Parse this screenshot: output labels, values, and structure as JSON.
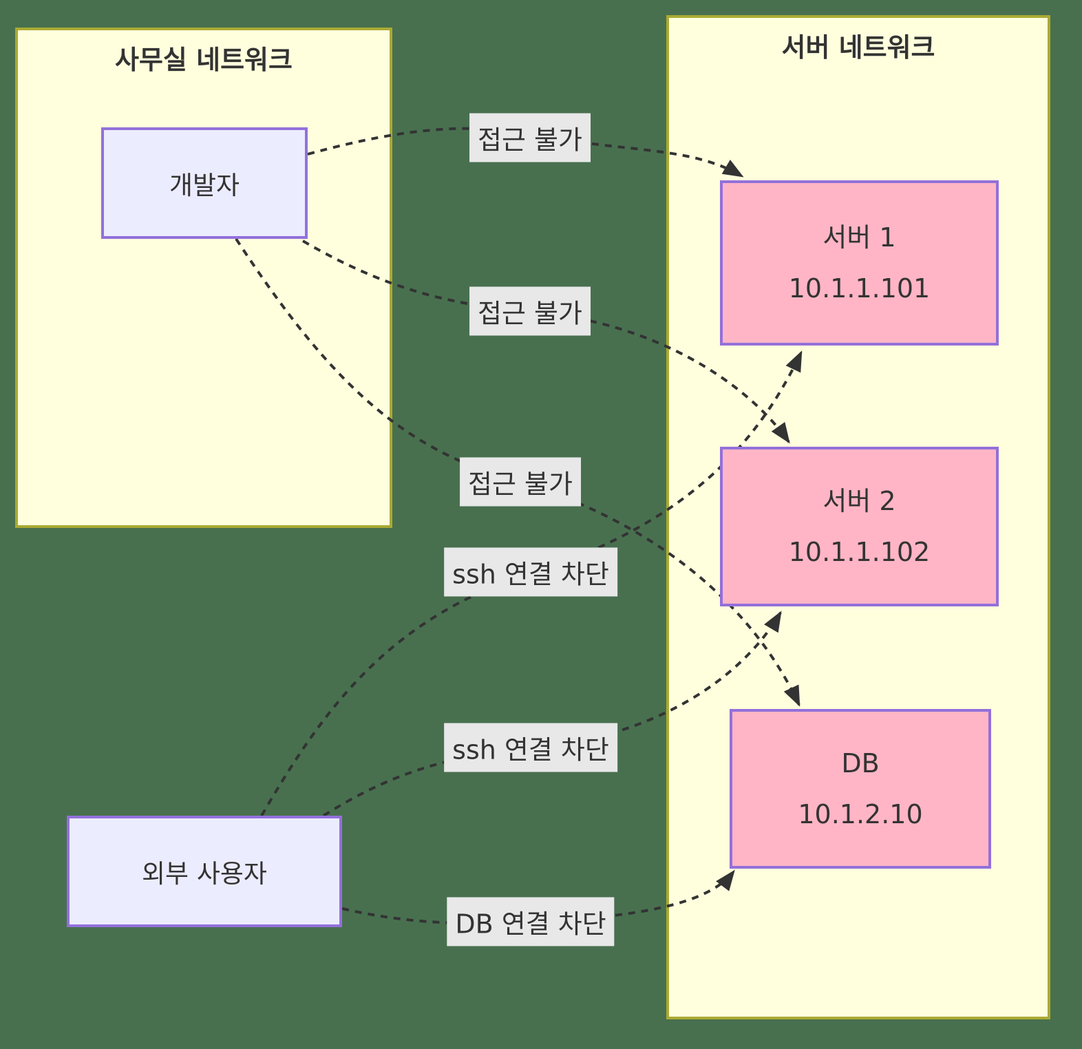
{
  "diagram": {
    "type": "flowchart",
    "background_color": "#48704F",
    "containers": [
      {
        "title": "사무실 네트워크"
      },
      {
        "title": "서버 네트워크"
      }
    ],
    "nodes": [
      {
        "id": "developer",
        "label": "개발자"
      },
      {
        "id": "external-user",
        "label": "외부 사용자"
      },
      {
        "id": "server1",
        "label": "서버 1",
        "sublabel": "10.1.1.101"
      },
      {
        "id": "server2",
        "label": "서버 2",
        "sublabel": "10.1.1.102"
      },
      {
        "id": "db",
        "label": "DB",
        "sublabel": "10.1.2.10"
      }
    ],
    "edges": [
      {
        "from": "개발자",
        "to": "서버 1",
        "label": "접근 불가",
        "style": "dashed-arrow"
      },
      {
        "from": "개발자",
        "to": "서버 2",
        "label": "접근 불가",
        "style": "dashed-arrow"
      },
      {
        "from": "개발자",
        "to": "DB",
        "label": "접근 불가",
        "style": "dashed-arrow"
      },
      {
        "from": "외부 사용자",
        "to": "서버 1",
        "label": "ssh 연결 차단",
        "style": "dashed-arrow"
      },
      {
        "from": "외부 사용자",
        "to": "서버 2",
        "label": "ssh 연결 차단",
        "style": "dashed-arrow"
      },
      {
        "from": "외부 사용자",
        "to": "DB",
        "label": "DB 연결 차단",
        "style": "dashed-arrow"
      }
    ],
    "colors": {
      "container_fill": "#FFFFDE",
      "container_border": "#AAAA33",
      "actor_fill": "#ECECFF",
      "actor_border": "#9370DB",
      "server_fill": "#FFB5C5",
      "server_border": "#9370DB",
      "edge": "#333333",
      "edge_label_bg": "#E8E8E8",
      "text": "#333333"
    }
  }
}
